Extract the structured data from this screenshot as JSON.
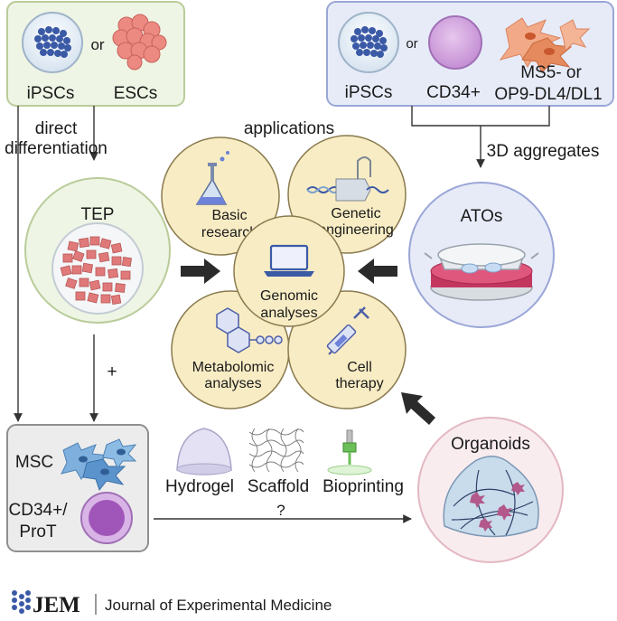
{
  "top_left": {
    "ipscs": "iPSCs",
    "or": "or",
    "escs": "ESCs"
  },
  "top_right": {
    "ipscs": "iPSCs",
    "or": "or",
    "cd34": "CD34+",
    "stroma_line1": "MS5- or",
    "stroma_line2": "OP9-DL4/DL1"
  },
  "left_flow": {
    "direct_line1": "direct",
    "direct_line2": "differentiation",
    "tep": "TEP",
    "plus": "+"
  },
  "right_flow": {
    "aggregates": "3D aggregates",
    "atos": "ATOs"
  },
  "applications": {
    "title": "applications",
    "basic_line1": "Basic",
    "basic_line2": "research",
    "genetic_line1": "Genetic",
    "genetic_line2": "engineering",
    "genomic_line1": "Genomic",
    "genomic_line2": "analyses",
    "metabolomic_line1": "Metabolomic",
    "metabolomic_line2": "analyses",
    "cell_line1": "Cell",
    "cell_line2": "therapy"
  },
  "bottom": {
    "msc": "MSC",
    "cd34_line1": "CD34+/",
    "cd34_line2": "ProT",
    "hydrogel": "Hydrogel",
    "scaffold": "Scaffold",
    "bioprinting": "Bioprinting",
    "question": "?",
    "organoids": "Organoids"
  },
  "footer": {
    "logo": "JEM",
    "journal": "Journal of Experimental Medicine"
  },
  "colors": {
    "green_panel": "#eef5e4",
    "green_border": "#b9cc9a",
    "blue_panel": "#e7ebf8",
    "blue_border": "#9aa6d6",
    "app_fill": "#f8ecc4",
    "app_border": "#8a7a4e",
    "pink_circle": "#f8ecef",
    "pink_border": "#e3b7c2",
    "grey_panel": "#ececec",
    "grey_border": "#8f8f8f"
  }
}
